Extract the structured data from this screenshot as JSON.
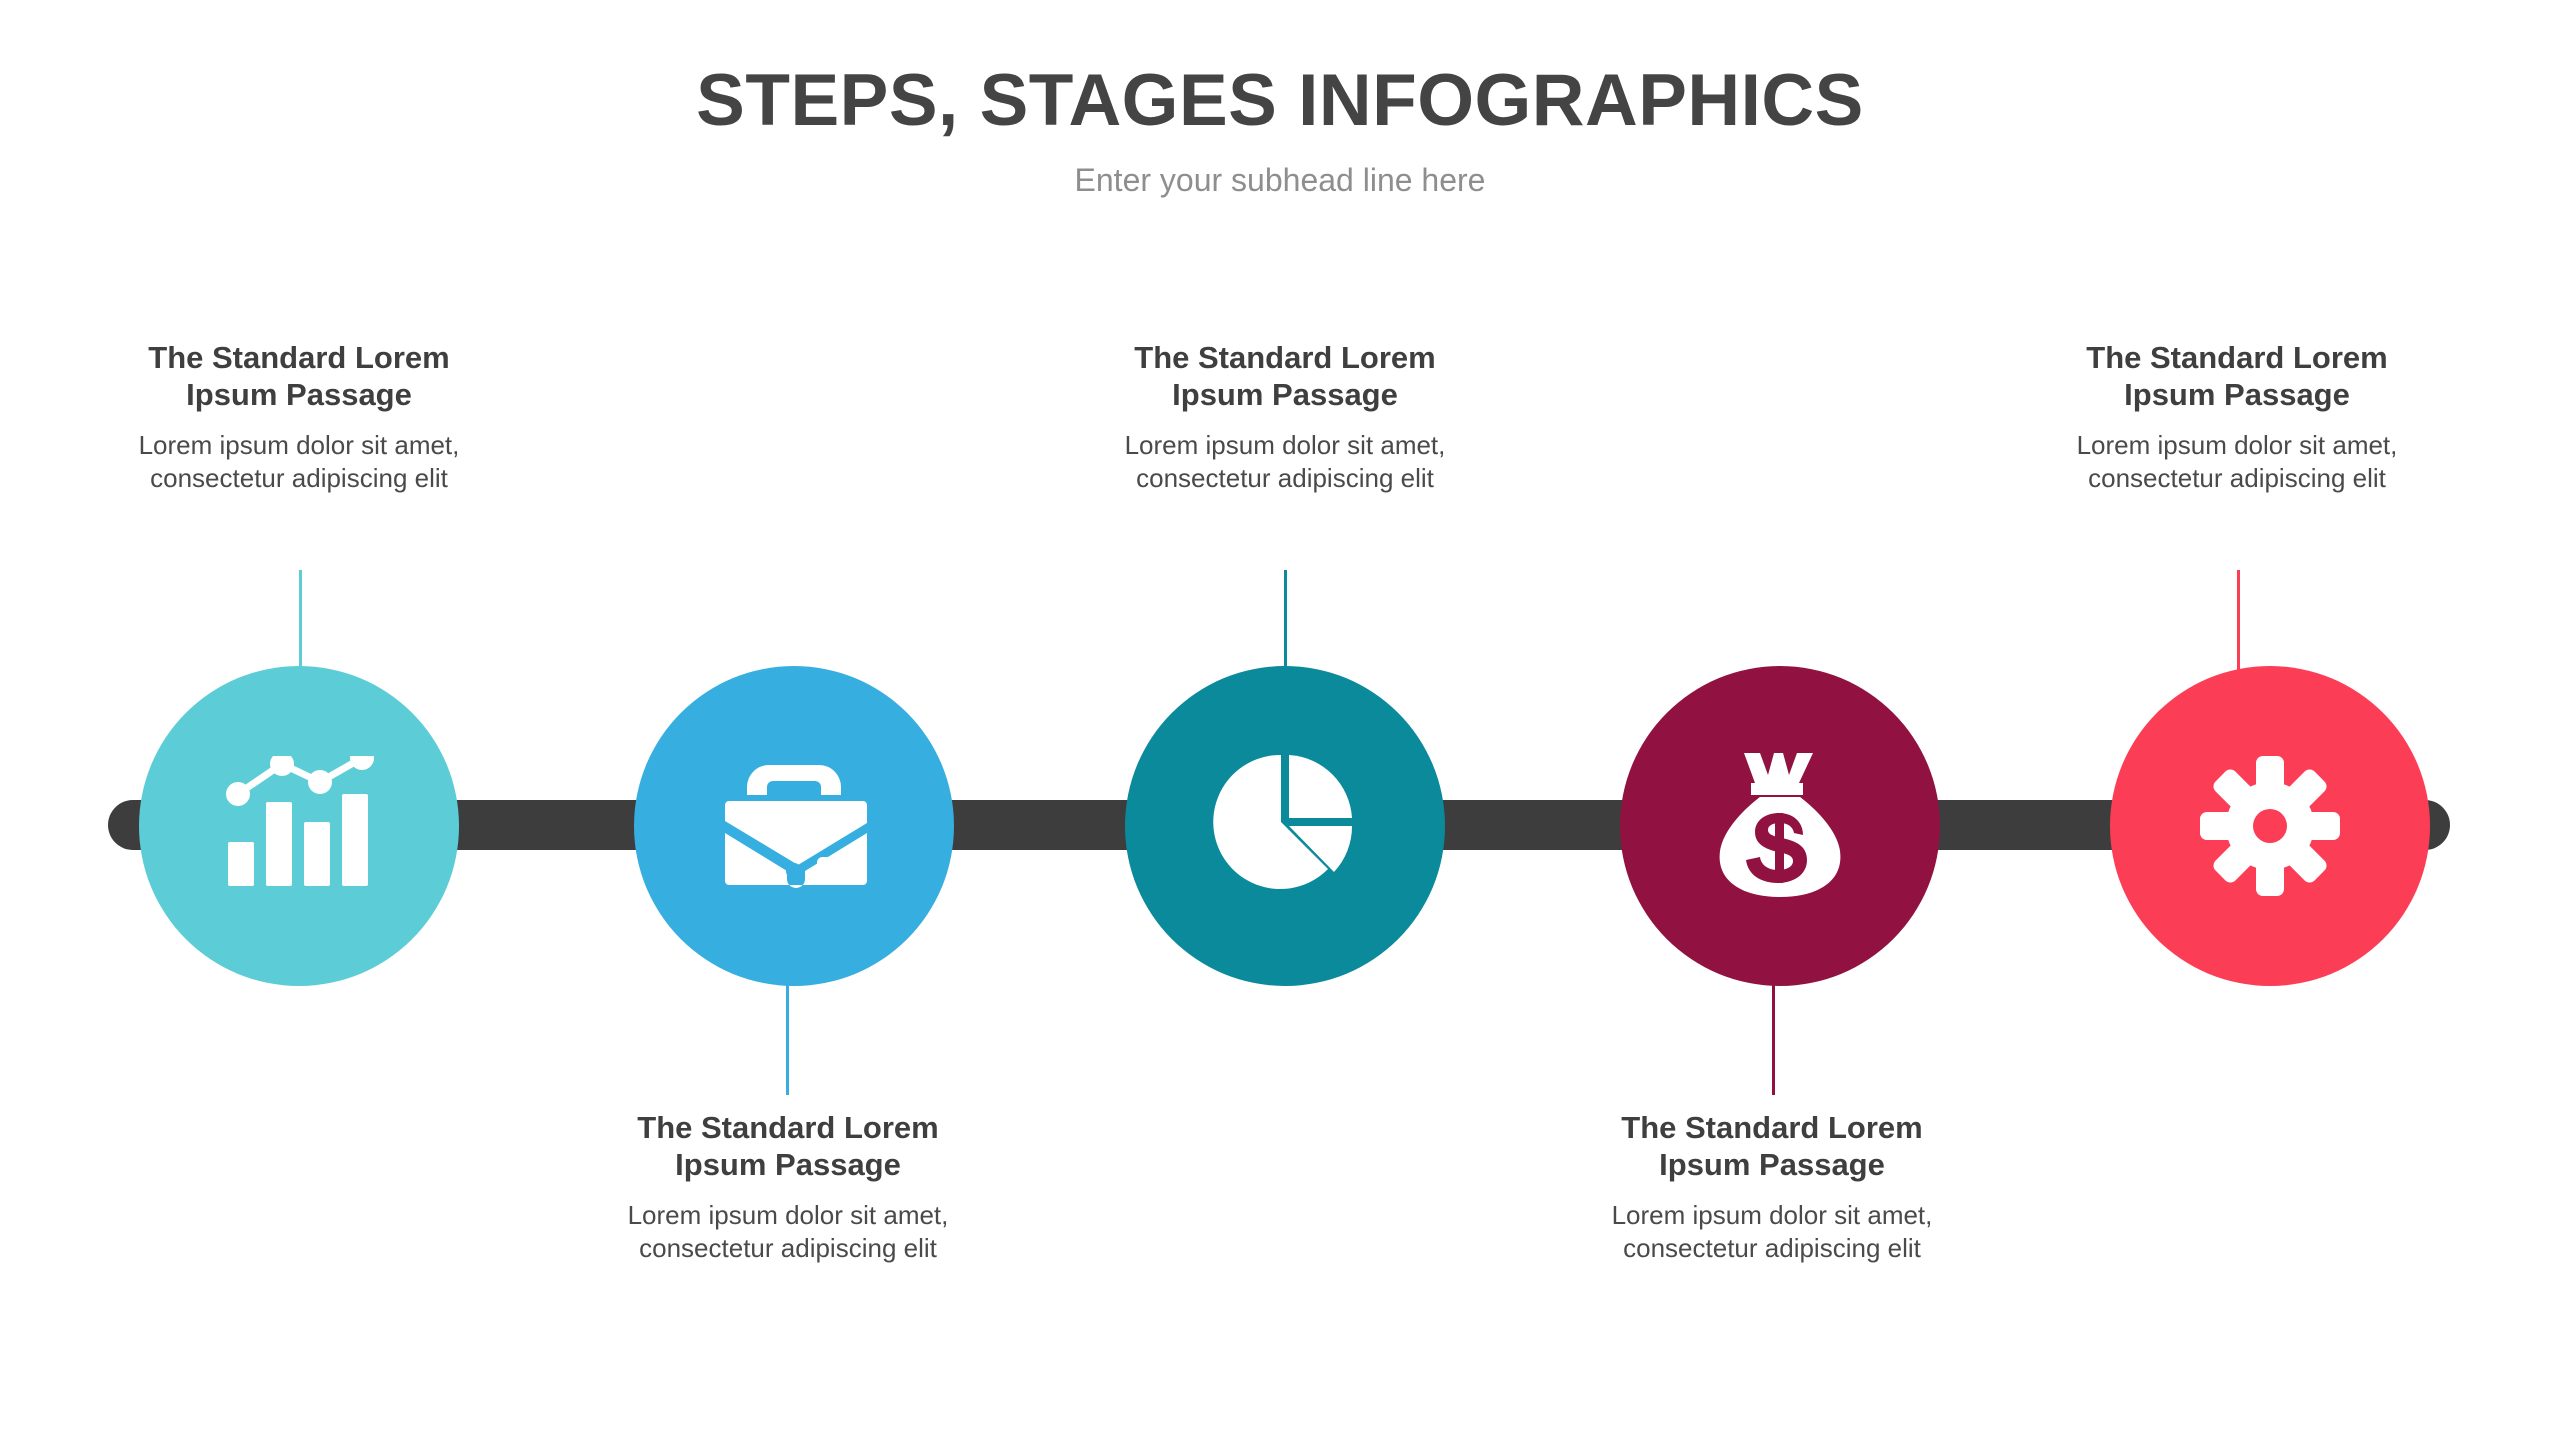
{
  "header": {
    "title": "STEPS, STAGES INFOGRAPHICS",
    "subtitle": "Enter your subhead line here"
  },
  "theme": {
    "background": "#ffffff",
    "bar_color": "#3d3d3d",
    "title_color": "#444444",
    "subtitle_color": "#8e8e8e",
    "heading_color": "#3f3f3f",
    "body_color": "#4a4a4a",
    "icon_color": "#ffffff"
  },
  "steps": [
    {
      "index": 1,
      "color": "#5ccdd6",
      "icon": "bar-chart-line-icon",
      "position": "top",
      "heading": "The Standard Lorem Ipsum Passage",
      "heading_line1": "The Standard Lorem",
      "heading_line2": "Ipsum Passage",
      "body": "Lorem ipsum dolor sit amet, consectetur adipiscing elit",
      "body_line1": "Lorem ipsum dolor sit amet,",
      "body_line2": "consectetur adipiscing elit"
    },
    {
      "index": 2,
      "color": "#36aee0",
      "icon": "briefcase-icon",
      "position": "bottom",
      "heading": "The Standard Lorem Ipsum Passage",
      "heading_line1": "The Standard Lorem",
      "heading_line2": "Ipsum Passage",
      "body": "Lorem ipsum dolor sit amet, consectetur adipiscing elit",
      "body_line1": "Lorem ipsum dolor sit amet,",
      "body_line2": "consectetur adipiscing elit"
    },
    {
      "index": 3,
      "color": "#0b8a9c",
      "icon": "pie-chart-icon",
      "position": "top",
      "heading": "The Standard Lorem Ipsum Passage",
      "heading_line1": "The Standard Lorem",
      "heading_line2": "Ipsum Passage",
      "body": "Lorem ipsum dolor sit amet, consectetur adipiscing elit",
      "body_line1": "Lorem ipsum dolor sit amet,",
      "body_line2": "consectetur adipiscing elit"
    },
    {
      "index": 4,
      "color": "#911240",
      "icon": "money-bag-icon",
      "position": "bottom",
      "heading": "The Standard Lorem Ipsum Passage",
      "heading_line1": "The Standard Lorem",
      "heading_line2": "Ipsum Passage",
      "body": "Lorem ipsum dolor sit amet, consectetur adipiscing elit",
      "body_line1": "Lorem ipsum dolor sit amet,",
      "body_line2": "consectetur adipiscing elit"
    },
    {
      "index": 5,
      "color": "#fb3e56",
      "icon": "gear-icon",
      "position": "top",
      "heading": "The Standard Lorem Ipsum Passage",
      "heading_line1": "The Standard Lorem",
      "heading_line2": "Ipsum Passage",
      "body": "Lorem ipsum dolor sit amet, consectetur adipiscing elit",
      "body_line1": "Lorem ipsum dolor sit amet,",
      "body_line2": "consectetur adipiscing elit"
    }
  ]
}
